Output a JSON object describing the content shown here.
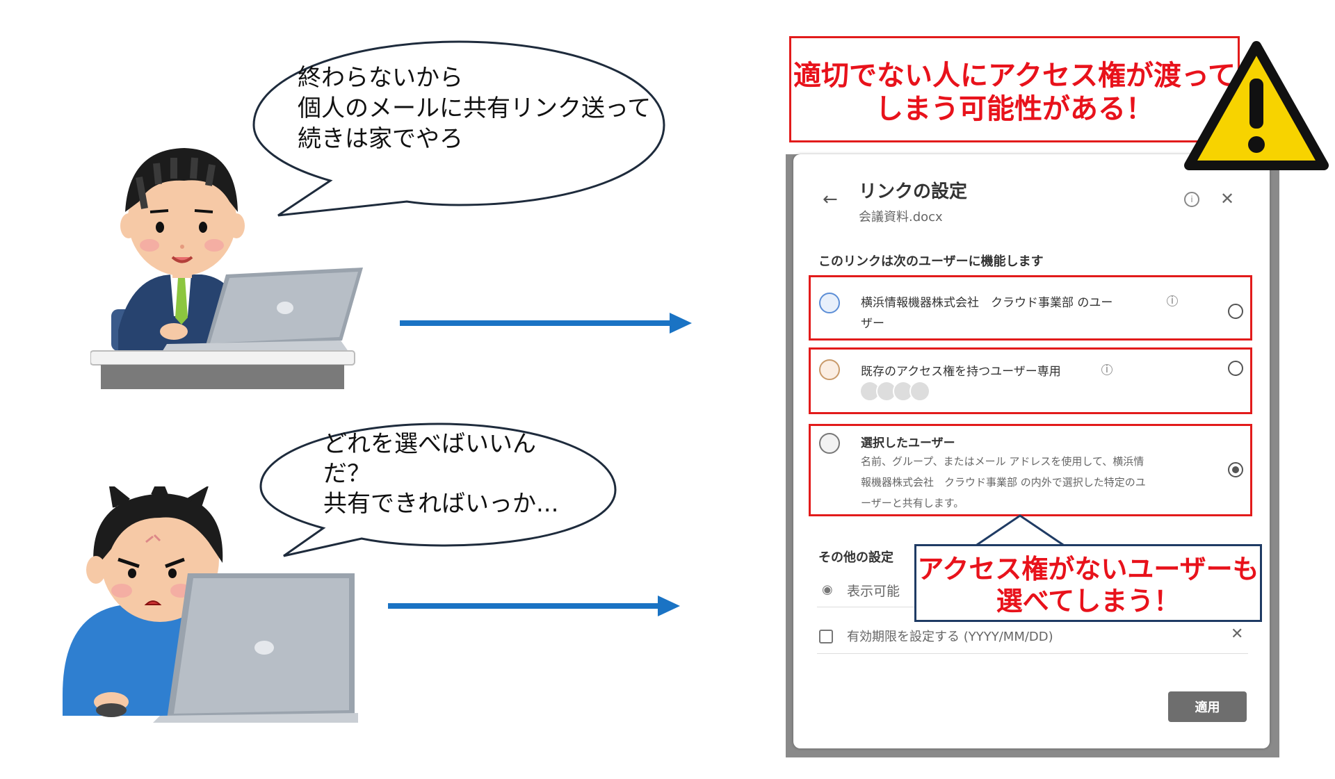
{
  "bubbles": {
    "top": "終わらないから\n個人のメールに共有リンク送って\n続きは家でやろ",
    "bottom": "どれを選べばいいん\nだ？\n共有できればいっか..."
  },
  "warning": {
    "text": "適切でない人にアクセス権が渡って\nしまう可能性がある！"
  },
  "dialog": {
    "title": "リンクの設定",
    "filename": "会議資料.docx",
    "section_label": "このリンクは次のユーザーに機能します",
    "options": [
      {
        "title": "横浜情報機器株式会社　クラウド事業部 のユー\nザー",
        "selected": false
      },
      {
        "title": "既存のアクセス権を持つユーザー専用",
        "selected": false
      },
      {
        "title": "選択したユーザー",
        "description": "名前、グループ、またはメール アドレスを使用して、横浜情\n報機器株式会社　クラウド事業部 の内外で選択した特定のユ\nーザーと共有します。",
        "selected": true
      }
    ],
    "other_settings_label": "その他の設定",
    "view_label": "表示可能",
    "expiry_placeholder": "有効期限を設定する (YYYY/MM/DD)",
    "apply_label": "適用"
  },
  "callout": {
    "text": "アクセス権がないユーザーも\n選べてしまう！"
  },
  "colors": {
    "alert_red": "#e8121b",
    "arrow_blue": "#1a73c4",
    "warning_yellow": "#f7d300"
  }
}
